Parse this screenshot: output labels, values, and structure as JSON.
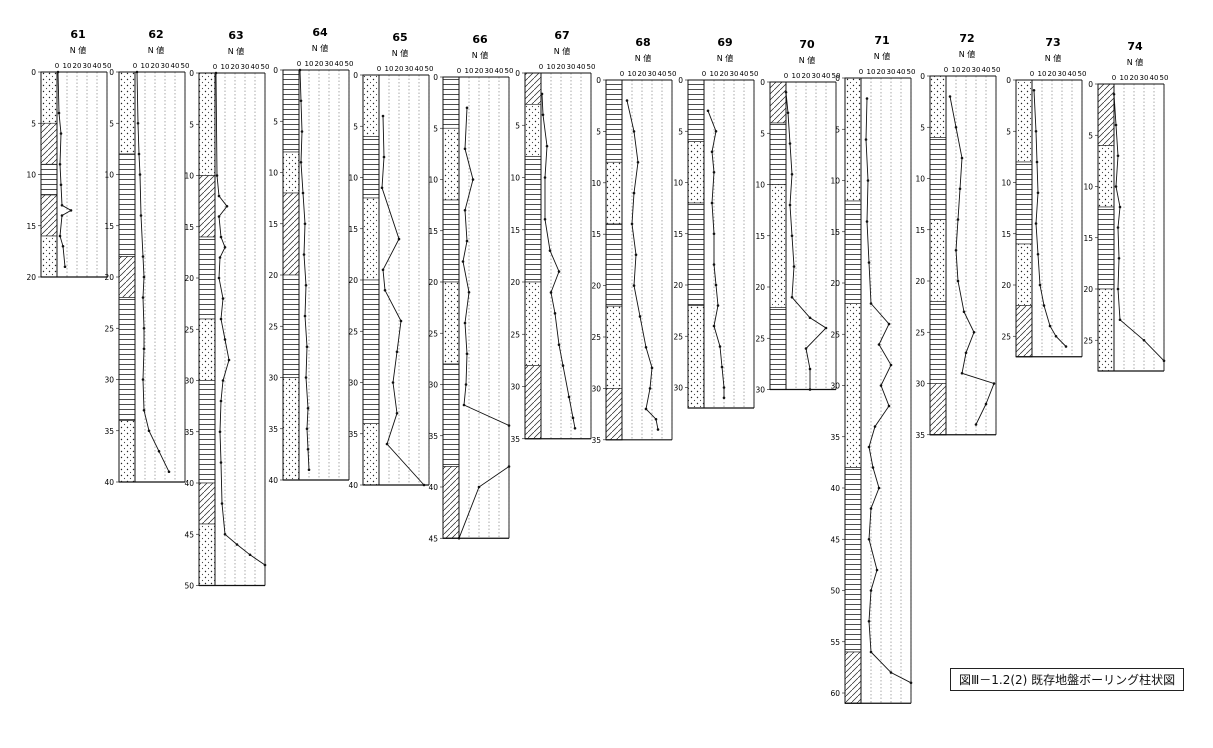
{
  "figure_caption": "図Ⅲ－1.2(2)  既存地盤ボーリング柱状図",
  "n_value_label": "N 値",
  "n_axis_ticks": [
    "0",
    "10",
    "20",
    "30",
    "40",
    "50"
  ],
  "boreholes": [
    {
      "id": "61",
      "depth_max": 20,
      "depth_ticks": [
        "0",
        "5",
        "10",
        "15",
        "20"
      ],
      "strata": [
        [
          0,
          5,
          "dot"
        ],
        [
          5,
          9,
          "hatch"
        ],
        [
          9,
          12,
          "band"
        ],
        [
          12,
          16,
          "hatch"
        ],
        [
          16,
          20,
          "dot"
        ]
      ],
      "n": [
        [
          0,
          1
        ],
        [
          4,
          2
        ],
        [
          6,
          4
        ],
        [
          9,
          3
        ],
        [
          11,
          4
        ],
        [
          13,
          5
        ],
        [
          13.5,
          14
        ],
        [
          14,
          5
        ],
        [
          16,
          3
        ],
        [
          17,
          6
        ],
        [
          19,
          8
        ]
      ]
    },
    {
      "id": "62",
      "depth_max": 40,
      "depth_ticks": [
        "0",
        "5",
        "10",
        "15",
        "20",
        "25",
        "30",
        "35",
        "40"
      ],
      "strata": [
        [
          0,
          8,
          "dot"
        ],
        [
          8,
          18,
          "band"
        ],
        [
          18,
          22,
          "hatch"
        ],
        [
          22,
          34,
          "band"
        ],
        [
          34,
          40,
          "dot"
        ]
      ],
      "n": [
        [
          0,
          2
        ],
        [
          5,
          3
        ],
        [
          8,
          4
        ],
        [
          10,
          5
        ],
        [
          14,
          6
        ],
        [
          18,
          8
        ],
        [
          20,
          9
        ],
        [
          22,
          8
        ],
        [
          25,
          9
        ],
        [
          27,
          9
        ],
        [
          30,
          8
        ],
        [
          33,
          9
        ],
        [
          35,
          14
        ],
        [
          37,
          24
        ],
        [
          39,
          34
        ]
      ]
    },
    {
      "id": "63",
      "depth_max": 50,
      "depth_ticks": [
        "0",
        "5",
        "10",
        "15",
        "20",
        "25",
        "30",
        "35",
        "40",
        "45",
        "50"
      ],
      "strata": [
        [
          0,
          10,
          "dot"
        ],
        [
          10,
          16,
          "hatch"
        ],
        [
          16,
          24,
          "band"
        ],
        [
          24,
          30,
          "dot"
        ],
        [
          30,
          40,
          "band"
        ],
        [
          40,
          44,
          "hatch"
        ],
        [
          44,
          50,
          "dot"
        ]
      ],
      "n": [
        [
          0,
          1
        ],
        [
          10,
          2
        ],
        [
          12,
          4
        ],
        [
          13,
          12
        ],
        [
          14,
          4
        ],
        [
          16,
          6
        ],
        [
          17,
          10
        ],
        [
          18,
          5
        ],
        [
          20,
          4
        ],
        [
          22,
          8
        ],
        [
          24,
          6
        ],
        [
          26,
          10
        ],
        [
          28,
          14
        ],
        [
          30,
          8
        ],
        [
          32,
          6
        ],
        [
          35,
          5
        ],
        [
          38,
          6
        ],
        [
          42,
          7
        ],
        [
          45,
          10
        ],
        [
          46,
          22
        ],
        [
          47,
          35
        ],
        [
          48,
          50
        ]
      ]
    },
    {
      "id": "64",
      "depth_max": 40,
      "depth_ticks": [
        "0",
        "5",
        "10",
        "15",
        "20",
        "25",
        "30",
        "35",
        "40"
      ],
      "strata": [
        [
          0,
          8,
          "band"
        ],
        [
          8,
          12,
          "dot"
        ],
        [
          12,
          20,
          "hatch"
        ],
        [
          20,
          30,
          "band"
        ],
        [
          30,
          40,
          "dot"
        ]
      ],
      "n": [
        [
          0,
          1
        ],
        [
          3,
          2
        ],
        [
          6,
          3
        ],
        [
          9,
          2
        ],
        [
          12,
          4
        ],
        [
          15,
          6
        ],
        [
          18,
          5
        ],
        [
          21,
          7
        ],
        [
          24,
          6
        ],
        [
          27,
          8
        ],
        [
          30,
          7
        ],
        [
          33,
          9
        ],
        [
          35,
          8
        ],
        [
          37,
          9
        ],
        [
          39,
          10
        ]
      ]
    },
    {
      "id": "65",
      "depth_max": 40,
      "depth_ticks": [
        "0",
        "5",
        "10",
        "15",
        "20",
        "25",
        "30",
        "35",
        "40"
      ],
      "strata": [
        [
          0,
          6,
          "dot"
        ],
        [
          6,
          12,
          "band"
        ],
        [
          12,
          20,
          "dot"
        ],
        [
          20,
          34,
          "band"
        ],
        [
          34,
          40,
          "dot"
        ]
      ],
      "n": [
        [
          4,
          4
        ],
        [
          8,
          5
        ],
        [
          11,
          3
        ],
        [
          16,
          20
        ],
        [
          19,
          4
        ],
        [
          21,
          6
        ],
        [
          24,
          22
        ],
        [
          27,
          18
        ],
        [
          30,
          14
        ],
        [
          33,
          18
        ],
        [
          36,
          8
        ],
        [
          40,
          45
        ]
      ]
    },
    {
      "id": "66",
      "depth_max": 45,
      "depth_ticks": [
        "0",
        "5",
        "10",
        "15",
        "20",
        "25",
        "30",
        "35",
        "40",
        "45"
      ],
      "strata": [
        [
          0,
          5,
          "band"
        ],
        [
          5,
          12,
          "dot"
        ],
        [
          12,
          20,
          "band"
        ],
        [
          20,
          28,
          "dot"
        ],
        [
          28,
          38,
          "band"
        ],
        [
          38,
          45,
          "hatch"
        ]
      ],
      "n": [
        [
          3,
          8
        ],
        [
          7,
          6
        ],
        [
          10,
          14
        ],
        [
          13,
          6
        ],
        [
          16,
          8
        ],
        [
          18,
          4
        ],
        [
          21,
          10
        ],
        [
          24,
          6
        ],
        [
          27,
          8
        ],
        [
          30,
          7
        ],
        [
          32,
          5
        ],
        [
          34,
          50
        ],
        [
          38,
          50
        ],
        [
          40,
          20
        ],
        [
          45,
          0
        ]
      ]
    },
    {
      "id": "67",
      "depth_max": 35,
      "depth_ticks": [
        "0",
        "5",
        "10",
        "15",
        "20",
        "25",
        "30",
        "35"
      ],
      "strata": [
        [
          0,
          3,
          "hatch"
        ],
        [
          3,
          8,
          "dot"
        ],
        [
          8,
          20,
          "band"
        ],
        [
          20,
          28,
          "dot"
        ],
        [
          28,
          35,
          "hatch"
        ]
      ],
      "n": [
        [
          2,
          1
        ],
        [
          4,
          2
        ],
        [
          7,
          6
        ],
        [
          10,
          4
        ],
        [
          14,
          4
        ],
        [
          17,
          9
        ],
        [
          19,
          18
        ],
        [
          21,
          10
        ],
        [
          23,
          14
        ],
        [
          26,
          18
        ],
        [
          28,
          22
        ],
        [
          31,
          28
        ],
        [
          33,
          32
        ],
        [
          34,
          34
        ]
      ]
    },
    {
      "id": "68",
      "depth_max": 35,
      "depth_ticks": [
        "0",
        "5",
        "10",
        "15",
        "20",
        "25",
        "30",
        "35"
      ],
      "strata": [
        [
          0,
          8,
          "band"
        ],
        [
          8,
          14,
          "dot"
        ],
        [
          14,
          22,
          "band"
        ],
        [
          22,
          30,
          "dot"
        ],
        [
          30,
          35,
          "hatch"
        ]
      ],
      "n": [
        [
          2,
          5
        ],
        [
          5,
          12
        ],
        [
          8,
          16
        ],
        [
          11,
          12
        ],
        [
          14,
          10
        ],
        [
          17,
          14
        ],
        [
          20,
          12
        ],
        [
          23,
          18
        ],
        [
          26,
          24
        ],
        [
          28,
          30
        ],
        [
          30,
          28
        ],
        [
          32,
          24
        ],
        [
          33,
          34
        ],
        [
          34,
          36
        ]
      ]
    },
    {
      "id": "69",
      "depth_max": 32,
      "depth_ticks": [
        "0",
        "5",
        "10",
        "15",
        "20",
        "25",
        "30"
      ],
      "strata": [
        [
          0,
          6,
          "band"
        ],
        [
          6,
          12,
          "dot"
        ],
        [
          12,
          22,
          "band"
        ],
        [
          22,
          32,
          "dot"
        ]
      ],
      "n": [
        [
          3,
          4
        ],
        [
          5,
          12
        ],
        [
          7,
          8
        ],
        [
          9,
          10
        ],
        [
          12,
          8
        ],
        [
          15,
          10
        ],
        [
          18,
          10
        ],
        [
          20,
          12
        ],
        [
          22,
          14
        ],
        [
          24,
          10
        ],
        [
          26,
          16
        ],
        [
          28,
          18
        ],
        [
          30,
          20
        ],
        [
          31,
          20
        ]
      ]
    },
    {
      "id": "70",
      "depth_max": 30,
      "depth_ticks": [
        "0",
        "5",
        "10",
        "15",
        "20",
        "25",
        "30"
      ],
      "strata": [
        [
          0,
          4,
          "hatch"
        ],
        [
          4,
          10,
          "band"
        ],
        [
          10,
          22,
          "dot"
        ],
        [
          22,
          30,
          "band"
        ]
      ],
      "n": [
        [
          1,
          0
        ],
        [
          3,
          2
        ],
        [
          6,
          4
        ],
        [
          9,
          6
        ],
        [
          12,
          4
        ],
        [
          15,
          6
        ],
        [
          18,
          8
        ],
        [
          21,
          6
        ],
        [
          23,
          24
        ],
        [
          24,
          40
        ],
        [
          26,
          20
        ],
        [
          28,
          24
        ],
        [
          30,
          24
        ]
      ]
    },
    {
      "id": "71",
      "depth_max": 61,
      "depth_ticks": [
        "0",
        "5",
        "10",
        "15",
        "20",
        "25",
        "30",
        "35",
        "40",
        "45",
        "50",
        "55",
        "60"
      ],
      "strata": [
        [
          0,
          12,
          "dot"
        ],
        [
          12,
          22,
          "band"
        ],
        [
          22,
          38,
          "dot"
        ],
        [
          38,
          56,
          "band"
        ],
        [
          56,
          61,
          "hatch"
        ]
      ],
      "n": [
        [
          2,
          6
        ],
        [
          6,
          5
        ],
        [
          10,
          7
        ],
        [
          14,
          6
        ],
        [
          18,
          8
        ],
        [
          22,
          10
        ],
        [
          24,
          28
        ],
        [
          26,
          18
        ],
        [
          28,
          30
        ],
        [
          30,
          20
        ],
        [
          32,
          28
        ],
        [
          34,
          14
        ],
        [
          36,
          8
        ],
        [
          38,
          12
        ],
        [
          40,
          18
        ],
        [
          42,
          10
        ],
        [
          45,
          8
        ],
        [
          48,
          16
        ],
        [
          50,
          10
        ],
        [
          53,
          8
        ],
        [
          56,
          10
        ],
        [
          58,
          30
        ],
        [
          59,
          50
        ]
      ]
    },
    {
      "id": "72",
      "depth_max": 35,
      "depth_ticks": [
        "0",
        "5",
        "10",
        "15",
        "20",
        "25",
        "30",
        "35"
      ],
      "strata": [
        [
          0,
          6,
          "dot"
        ],
        [
          6,
          14,
          "band"
        ],
        [
          14,
          22,
          "dot"
        ],
        [
          22,
          30,
          "band"
        ],
        [
          30,
          35,
          "hatch"
        ]
      ],
      "n": [
        [
          2,
          4
        ],
        [
          5,
          10
        ],
        [
          8,
          16
        ],
        [
          11,
          14
        ],
        [
          14,
          12
        ],
        [
          17,
          10
        ],
        [
          20,
          12
        ],
        [
          23,
          18
        ],
        [
          25,
          28
        ],
        [
          27,
          20
        ],
        [
          29,
          16
        ],
        [
          30,
          48
        ],
        [
          32,
          40
        ],
        [
          34,
          30
        ]
      ]
    },
    {
      "id": "73",
      "depth_max": 27,
      "depth_ticks": [
        "0",
        "5",
        "10",
        "15",
        "20",
        "25"
      ],
      "strata": [
        [
          0,
          8,
          "dot"
        ],
        [
          8,
          16,
          "band"
        ],
        [
          16,
          22,
          "dot"
        ],
        [
          22,
          27,
          "hatch"
        ]
      ],
      "n": [
        [
          1,
          2
        ],
        [
          5,
          4
        ],
        [
          8,
          5
        ],
        [
          11,
          6
        ],
        [
          14,
          4
        ],
        [
          17,
          6
        ],
        [
          20,
          8
        ],
        [
          22,
          12
        ],
        [
          24,
          18
        ],
        [
          25,
          24
        ],
        [
          26,
          34
        ]
      ]
    },
    {
      "id": "74",
      "depth_max": 28,
      "depth_ticks": [
        "0",
        "5",
        "10",
        "15",
        "20",
        "25"
      ],
      "strata": [
        [
          0,
          6,
          "hatch"
        ],
        [
          6,
          12,
          "dot"
        ],
        [
          12,
          20,
          "band"
        ],
        [
          20,
          28,
          "dot"
        ]
      ],
      "n": [
        [
          1,
          0
        ],
        [
          4,
          2
        ],
        [
          7,
          4
        ],
        [
          10,
          2
        ],
        [
          12,
          6
        ],
        [
          14,
          4
        ],
        [
          17,
          5
        ],
        [
          20,
          4
        ],
        [
          23,
          6
        ],
        [
          25,
          30
        ],
        [
          27,
          50
        ]
      ]
    }
  ]
}
